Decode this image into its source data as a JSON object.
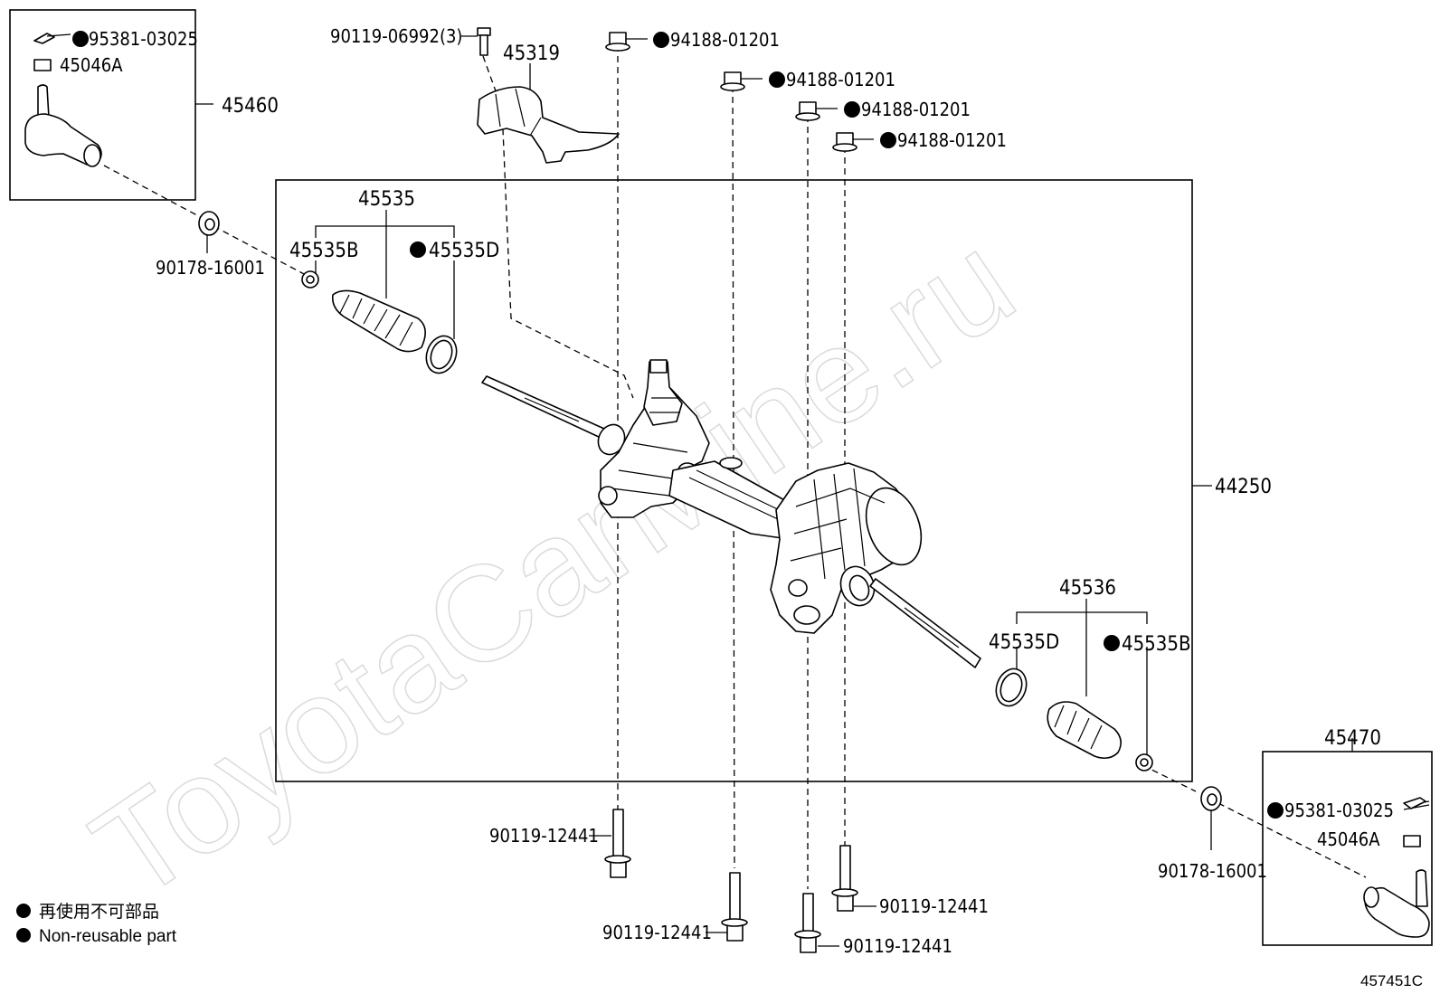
{
  "watermark": "ToyotaCarMine.ru",
  "catalog_code": "457451C",
  "legend": {
    "line_jp": "再使用不可部品",
    "line_en": "Non-reusable part"
  },
  "parts": {
    "tie_rod_end_lh": "45460",
    "cotter_pin_lh": "95381-03025",
    "nut_lh": "45046A",
    "lock_nut_lh": "90178-16001",
    "bolt_bracket": "90119-06992(3)",
    "protector": "45319",
    "nut_1": "94188-01201",
    "nut_2": "94188-01201",
    "nut_3": "94188-01201",
    "nut_4": "94188-01201",
    "boot_kit_lh": "45535",
    "clip_lh": "45535B",
    "clamp_lh": "45535D",
    "gear_assy": "44250",
    "boot_kit_rh": "45536",
    "clamp_rh": "45535D",
    "clip_rh": "45535B",
    "tie_rod_end_rh": "45470",
    "cotter_pin_rh": "95381-03025",
    "nut_rh": "45046A",
    "lock_nut_rh": "90178-16001",
    "bolt_1": "90119-12441",
    "bolt_2": "90119-12441",
    "bolt_3": "90119-12441",
    "bolt_4": "90119-12441"
  }
}
